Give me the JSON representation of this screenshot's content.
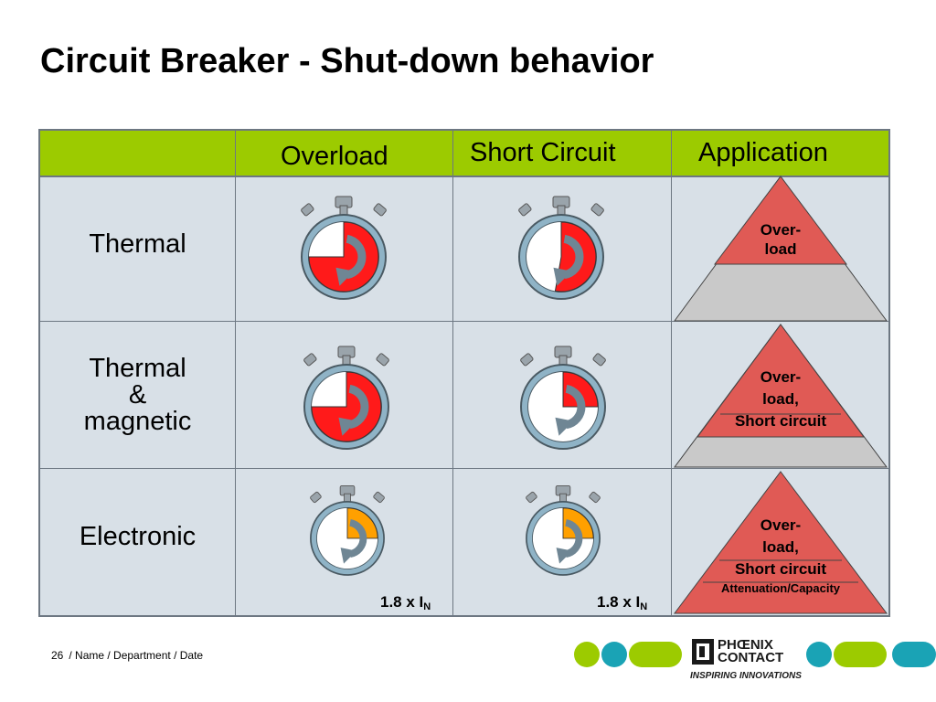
{
  "slide": {
    "title": "Circuit Breaker - Shut-down behavior",
    "page_number": "26",
    "footer": "/ Name / Department / Date"
  },
  "table": {
    "columns": [
      "",
      "Overload",
      "Short Circuit",
      "Application"
    ],
    "rows": [
      {
        "label_lines": [
          "Thermal"
        ],
        "overload": {
          "icon": "stopwatch-icon",
          "fill_color": "#ff1a1a",
          "trip_speed": "slow"
        },
        "short_circuit": {
          "icon": "stopwatch-icon",
          "fill_color": "#ff1a1a",
          "trip_speed": "slow"
        },
        "application": {
          "lines": [
            "Over-",
            "load"
          ]
        }
      },
      {
        "label_lines": [
          "Thermal",
          "&",
          "magnetic"
        ],
        "overload": {
          "icon": "stopwatch-icon",
          "fill_color": "#ff1a1a",
          "trip_speed": "slow"
        },
        "short_circuit": {
          "icon": "stopwatch-icon",
          "fill_color": "#ff1a1a",
          "trip_speed": "fast"
        },
        "application": {
          "lines": [
            "Over-",
            "load,",
            "Short circuit"
          ]
        }
      },
      {
        "label_lines": [
          "Electronic"
        ],
        "overload": {
          "icon": "stopwatch-icon",
          "fill_color": "#ffa000",
          "trip_speed": "fast",
          "factor": "1.8 x I",
          "factor_sub": "N"
        },
        "short_circuit": {
          "icon": "stopwatch-icon",
          "fill_color": "#ffa000",
          "trip_speed": "fast",
          "factor": "1.8 x I",
          "factor_sub": "N"
        },
        "application": {
          "lines": [
            "Over-",
            "load,",
            "Short circuit",
            "Attenuation/Capacity"
          ]
        }
      }
    ]
  },
  "branding": {
    "logo_line1": "PHŒNIX",
    "logo_line2": "CONTACT",
    "tagline": "INSPIRING INNOVATIONS",
    "colors": {
      "header_green": "#9ccb00",
      "teal": "#1aa3b5",
      "lime": "#9ccb00",
      "pyramid_red": "#e05a55",
      "pyramid_grey": "#c9c9c9"
    }
  }
}
